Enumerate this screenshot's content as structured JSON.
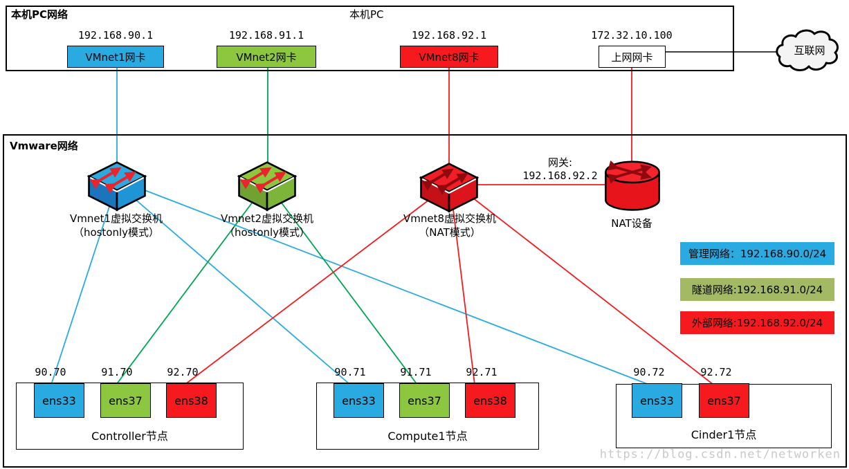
{
  "pc_network": {
    "title": "本机PC网络",
    "pc_label": "本机PC",
    "adapters": [
      {
        "name": "VMnet1网卡",
        "ip": "192.168.90.1",
        "color": "#29ABE2"
      },
      {
        "name": "VMnet2网卡",
        "ip": "192.168.91.1",
        "color": "#8DC63F"
      },
      {
        "name": "VMnet8网卡",
        "ip": "192.168.92.1",
        "color": "#F61A1E"
      },
      {
        "name": "上网网卡",
        "ip": "172.32.10.100",
        "color": "#FFFFFF"
      }
    ],
    "internet_label": "互联网"
  },
  "vmware_network": {
    "title": "Vmware网络",
    "switches": [
      {
        "name": "Vmnet1虚拟交换机",
        "mode": "（hostonly模式）",
        "color": "#29ABE2"
      },
      {
        "name": "Vmnet2虚拟交换机",
        "mode": "（hostonly模式）",
        "color": "#8DC63F"
      },
      {
        "name": "Vmnet8虚拟交换机",
        "mode": "（NAT模式）",
        "color": "#F61A1E"
      }
    ],
    "nat_device": {
      "label": "NAT设备",
      "gateway_label": "网关:",
      "gateway_ip": "192.168.92.2"
    },
    "legend": [
      {
        "label": "管理网络：192.168.90.0/24",
        "color": "#29ABE2"
      },
      {
        "label": "隧道网络:192.168.91.0/24",
        "color": "#A3B964"
      },
      {
        "label": "外部网络:192.168.92.0/24",
        "color": "#F61A1E"
      }
    ],
    "nodes": [
      {
        "label": "Controller节点",
        "nics": [
          {
            "name": "ens33",
            "ip": "90.70",
            "color": "#29ABE2"
          },
          {
            "name": "ens37",
            "ip": "91.70",
            "color": "#8DC63F"
          },
          {
            "name": "ens38",
            "ip": "92.70",
            "color": "#F61A1E"
          }
        ]
      },
      {
        "label": "Compute1节点",
        "nics": [
          {
            "name": "ens33",
            "ip": "90.71",
            "color": "#29ABE2"
          },
          {
            "name": "ens37",
            "ip": "91.71",
            "color": "#8DC63F"
          },
          {
            "name": "ens38",
            "ip": "92.71",
            "color": "#F61A1E"
          }
        ]
      },
      {
        "label": "Cinder1节点",
        "nics": [
          {
            "name": "ens33",
            "ip": "90.72",
            "color": "#29ABE2"
          },
          {
            "name": "ens37",
            "ip": "92.72",
            "color": "#F61A1E"
          }
        ]
      }
    ],
    "connections": [
      {
        "from": "VMnet1网卡",
        "to": "Vmnet1虚拟交换机",
        "network": "管理网络"
      },
      {
        "from": "VMnet2网卡",
        "to": "Vmnet2虚拟交换机",
        "network": "隧道网络"
      },
      {
        "from": "VMnet8网卡",
        "to": "Vmnet8虚拟交换机",
        "network": "外部网络"
      },
      {
        "from": "上网网卡",
        "to": "NAT设备",
        "network": "外部网络"
      },
      {
        "from": "上网网卡",
        "to": "互联网",
        "network": "internet"
      },
      {
        "from": "Vmnet8虚拟交换机",
        "to": "NAT设备",
        "network": "外部网络"
      },
      {
        "from": "Vmnet1虚拟交换机",
        "to": "Controller节点 ens33",
        "network": "管理网络"
      },
      {
        "from": "Vmnet1虚拟交换机",
        "to": "Compute1节点 ens33",
        "network": "管理网络"
      },
      {
        "from": "Vmnet1虚拟交换机",
        "to": "Cinder1节点 ens33",
        "network": "管理网络"
      },
      {
        "from": "Vmnet2虚拟交换机",
        "to": "Controller节点 ens37",
        "network": "隧道网络"
      },
      {
        "from": "Vmnet2虚拟交换机",
        "to": "Compute1节点 ens37",
        "network": "隧道网络"
      },
      {
        "from": "Vmnet8虚拟交换机",
        "to": "Controller节点 ens38",
        "network": "外部网络"
      },
      {
        "from": "Vmnet8虚拟交换机",
        "to": "Compute1节点 ens38",
        "network": "外部网络"
      },
      {
        "from": "Vmnet8虚拟交换机",
        "to": "Cinder1节点 ens37",
        "network": "外部网络"
      }
    ]
  },
  "watermark": "https://blog.csdn.net/networken"
}
